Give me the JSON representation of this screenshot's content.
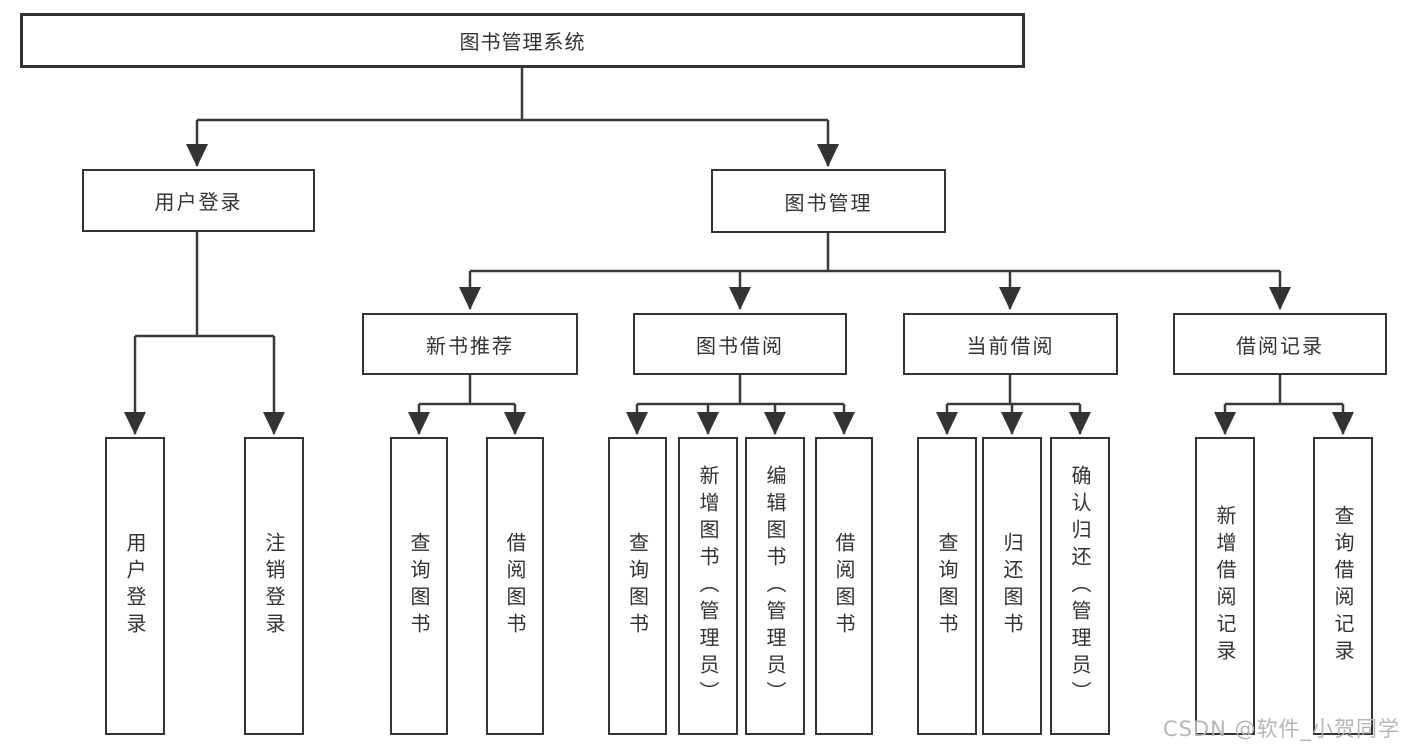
{
  "diagram": {
    "root": {
      "label": "图书管理系统"
    },
    "level2": [
      {
        "label": "用户登录"
      },
      {
        "label": "图书管理"
      }
    ],
    "level3": [
      {
        "label": "新书推荐"
      },
      {
        "label": "图书借阅"
      },
      {
        "label": "当前借阅"
      },
      {
        "label": "借阅记录"
      }
    ],
    "leaves": {
      "user": [
        "用户登录",
        "注销登录"
      ],
      "recommend": [
        "查询图书",
        "借阅图书"
      ],
      "borrow": [
        "查询图书",
        "新增图书（管理员）",
        "编辑图书（管理员）",
        "借阅图书"
      ],
      "current": [
        "查询图书",
        "归还图书",
        "确认归还（管理员）"
      ],
      "records": [
        "新增借阅记录",
        "查询借阅记录"
      ]
    }
  },
  "watermark": {
    "text": "CSDN @软件_小贺同学"
  },
  "colors": {
    "line": "#3a3a3a",
    "border": "#333333",
    "text": "#333333",
    "watermark": "#b2b2b2"
  }
}
